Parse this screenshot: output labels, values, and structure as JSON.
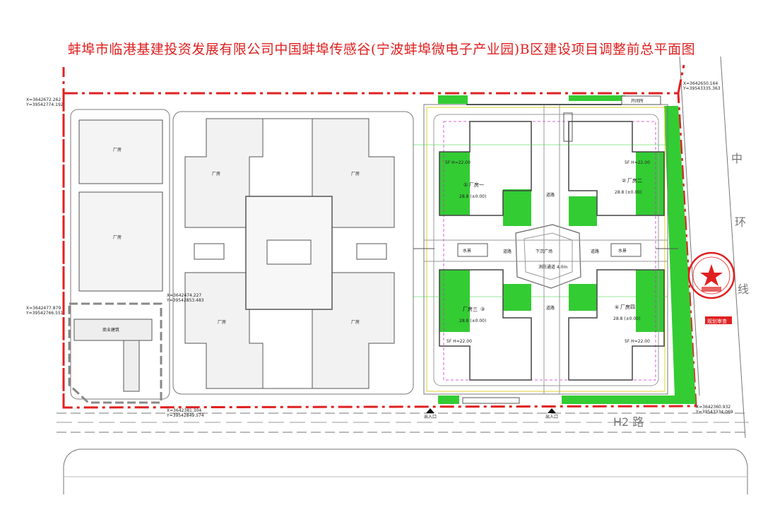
{
  "title": "蚌埠市临港基建投资发展有限公司中国蚌埠传感谷(宁波蚌埠微电子产业园)B区建设项目调整前总平面图",
  "coordinates": {
    "tl": [
      "X=3642672.262",
      "Y=39542774.192"
    ],
    "tr": [
      "X=3642650.164",
      "Y=39543335.363"
    ],
    "ml": [
      "X=3642477.879",
      "Y=39542766.551"
    ],
    "mid": [
      "X=3642474.227",
      "Y=39542853.483"
    ],
    "bl": [
      "X=3642381.304",
      "Y=39542849.574"
    ],
    "br": [
      "X=3642360.932",
      "Y=39543334.069"
    ]
  },
  "roads": {
    "east": [
      "中",
      "环",
      "线"
    ],
    "south": "H2 路"
  },
  "entrances": {
    "west": "出入口",
    "east": "出入口"
  },
  "left_site": {
    "factory_label": "厂房",
    "commercial": "商业建筑"
  },
  "right_site": {
    "buildings": [
      {
        "num": "①",
        "name": "厂房一",
        "area": "28.8 (±0.00)"
      },
      {
        "num": "②",
        "name": "厂房二",
        "area": "28.8 (±0.00)"
      },
      {
        "num": "③",
        "name": "厂房三",
        "area": "28.8 (±0.00)"
      },
      {
        "num": "④",
        "name": "厂房四",
        "area": "28.8 (±0.00)"
      }
    ],
    "water_left": "水景",
    "water_right": "水景",
    "plaza": "下沉广场",
    "plaza_note": "消防通道 4.0m",
    "path": "道路",
    "kaibi": "开闭所",
    "storeys": "5F H=22.00"
  },
  "stamp_label": "规划审查",
  "colors": {
    "red_boundary": "#e02020",
    "green_space": "#33cc33",
    "plan_line": "#7a7a7a",
    "magenta": "#cc33cc",
    "yellow": "#d8c800"
  }
}
